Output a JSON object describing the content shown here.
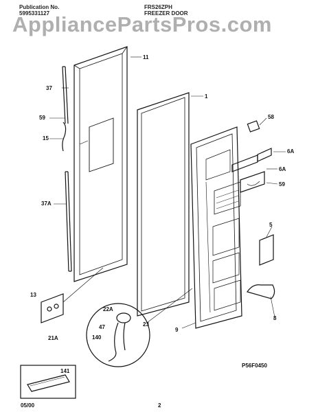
{
  "header": {
    "publication_label": "Publication No.",
    "publication_number": "5995331127",
    "model": "FRS26ZPH",
    "section": "FREEZER DOOR"
  },
  "watermark": "AppliancePartsPros.com",
  "callouts": [
    "11",
    "37",
    "59",
    "15",
    "37A",
    "1",
    "58",
    "6A",
    "6A",
    "59",
    "5",
    "8",
    "13",
    "21A",
    "22A",
    "23",
    "47",
    "140",
    "9",
    "141"
  ],
  "diagram_code": "P56F0450",
  "footer": {
    "date": "05/00",
    "page": "2"
  }
}
